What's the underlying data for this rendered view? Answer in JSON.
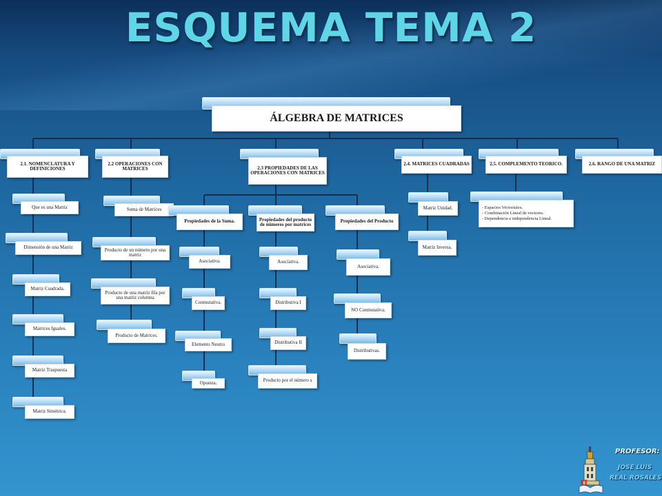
{
  "title": "ESQUEMA TEMA 2",
  "root": "ÁLGEBRA DE MATRICES",
  "sections": {
    "s1": "2.1. NOMENCLATURA Y DEFINICIONES",
    "s2": "2.2 OPERACIONES CON MATRICES",
    "s3": "2.3 PROPIEDADES DE LAS OPERACIONES CON MATRICES",
    "s4": "2.4. MATRICES CUADRADAS",
    "s5": "2.5. COMPLEMENTO TEORICO.",
    "s6": "2.6. RANGO DE UNA MATRIZ"
  },
  "s1_items": [
    "Que es una Matriz",
    "Dimensión de una Matriz",
    "Matriz Cuadrada.",
    "Matrices Iguales.",
    "Matriz Traspuesta",
    "Matriz Simétrica."
  ],
  "s2_items": [
    "Suma de Matrices",
    "Producto de un número por una matriz",
    "Producto de una matriz fila por una matriz columna",
    "Producto de Matrices."
  ],
  "s3_groups": {
    "suma": "Propiedades de la Suma.",
    "numero": "Propiedades del producto de números por matrices",
    "producto": "Propiedades del Producto"
  },
  "suma_items": [
    "Asociativa.",
    "Conmutativa.",
    "Elemento Neutro",
    "Opuesta."
  ],
  "numero_items": [
    "Asociativa.",
    "Distributiva I",
    "Distributiva II",
    "Producto por el número s"
  ],
  "producto_items": [
    "Asociativa.",
    "NO Conmutativa.",
    "Distributivas."
  ],
  "s4_items": [
    "Matriz Unidad.",
    "Matriz Inversa."
  ],
  "s5_items": [
    "- Espacios Vectoriales.",
    "- Combinación Lineal de vectores.",
    "- Dependencia e independencia Lineal."
  ],
  "profesor": {
    "label": "PROFESOR:",
    "name1": "JOSE LUIS",
    "name2": "REAL ROSALES"
  },
  "colors": {
    "title": "#5fd6e8",
    "connector": "#0e2f52"
  }
}
